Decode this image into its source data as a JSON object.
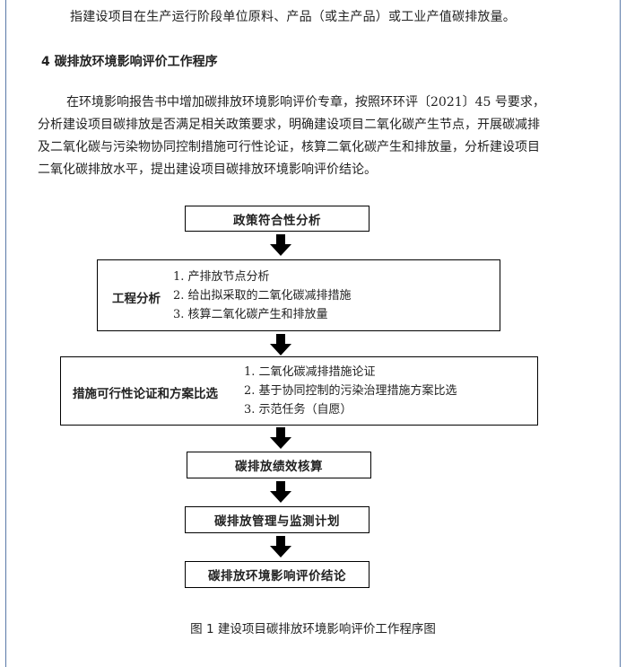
{
  "intro_line": "指建设项目在生产运行阶段单位原料、产品（或主产品）或工业产值碳排放量。",
  "section_heading": "4  碳排放环境影响评价工作程序",
  "paragraph_lines": [
    "在环境影响报告书中增加碳排放环境影响评价专章，按照环环评〔2021〕45 号要求，",
    "分析建设项目碳排放是否满足相关政策要求，明确建设项目二氧化碳产生节点，开展碳减排",
    "及二氧化碳与污染物协同控制措施可行性论证，核算二氧化碳产生和排放量，分析建设项目",
    "二氧化碳排放水平，提出建设项目碳排放环境影响评价结论。"
  ],
  "flowchart": {
    "step1": "政策符合性分析",
    "step2": {
      "label": "工程分析",
      "items": [
        "1. 产排放节点分析",
        "2. 给出拟采取的二氧化碳减排措施",
        "3. 核算二氧化碳产生和排放量"
      ]
    },
    "step3": {
      "label": "措施可行性论证和方案比选",
      "items": [
        "1. 二氧化碳减排措施论证",
        "2. 基于协同控制的污染治理措施方案比选",
        "3. 示范任务（自愿）"
      ]
    },
    "step4": "碳排放绩效核算",
    "step5": "碳排放管理与监测计划",
    "step6": "碳排放环境影响评价结论"
  },
  "figure_caption": "图 1  建设项目碳排放环境影响评价工作程序图",
  "colors": {
    "frame": "#5a79a8",
    "arrow": "#000000"
  }
}
